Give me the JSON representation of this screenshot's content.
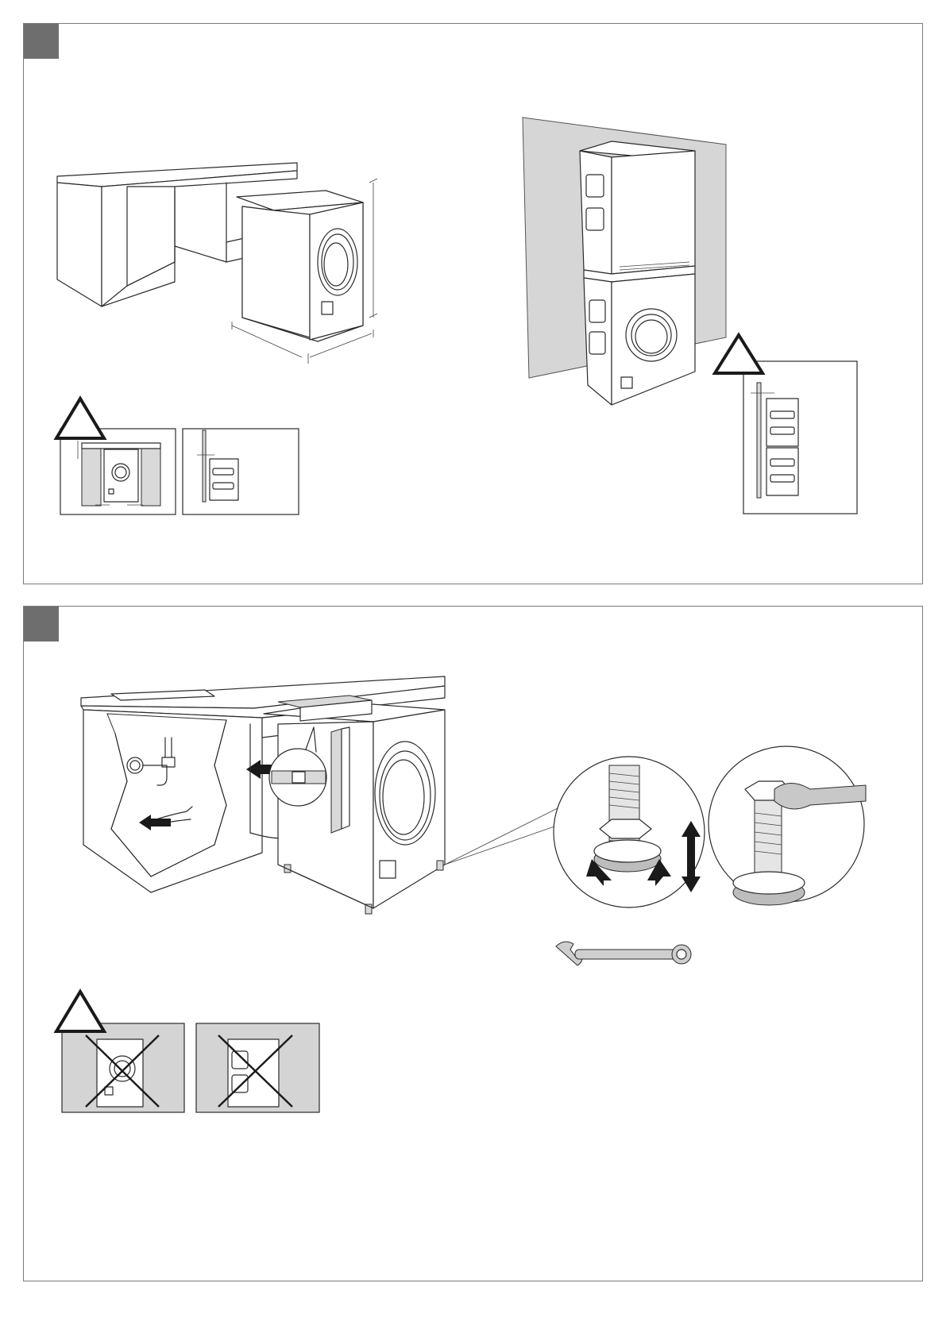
{
  "page": {
    "background": "#ffffff",
    "border_color": "#7a7a7a"
  },
  "sections": [
    {
      "id": "placement",
      "marker_color": "#6e6e6e",
      "figures": [
        "washer-beside-cabinet",
        "stacked-dryer-on-washer",
        "clearance-warning-under-counter",
        "clearance-warning-beside-wall",
        "clearance-warning-stacked"
      ]
    },
    {
      "id": "installation-leveling",
      "marker_color": "#6e6e6e",
      "figures": [
        "push-under-counter-with-level",
        "adjustable-foot-detail",
        "wrench-on-foot-detail",
        "wrench-tool",
        "no-tilt-warning"
      ]
    }
  ],
  "icons": [
    "warning-triangle-icon",
    "push-arrow-icon",
    "rotate-arrow-icon",
    "up-down-arrow-icon",
    "wrench-icon",
    "cross-out-icon"
  ],
  "colors": {
    "wall_grey": "#d6d6d6",
    "foot_grey": "#bdbdbd",
    "ink": "#2b2b2b"
  }
}
